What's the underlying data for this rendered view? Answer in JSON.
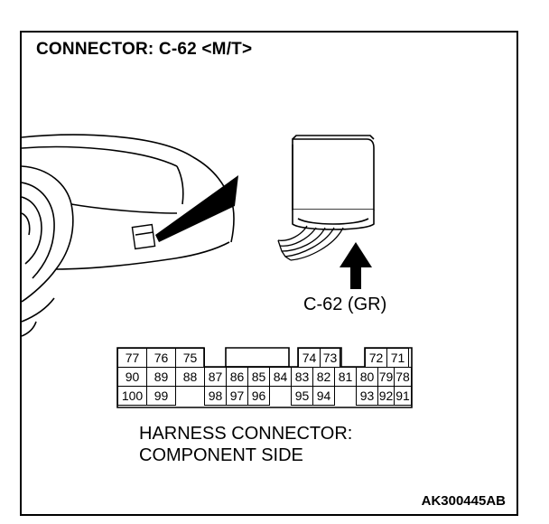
{
  "title": "CONNECTOR: C-62 <M/T>",
  "connector_label": "C-62 (GR)",
  "harness": {
    "line1": "HARNESS CONNECTOR:",
    "line2": "COMPONENT SIDE"
  },
  "figure_id": "AK300445AB",
  "pins": {
    "row1": [
      "77",
      "76",
      "75",
      "74",
      "73",
      "72",
      "71"
    ],
    "row2": [
      "90",
      "89",
      "88",
      "87",
      "86",
      "85",
      "84",
      "83",
      "82",
      "81",
      "80",
      "79",
      "78"
    ],
    "row3": [
      "100",
      "99",
      "98",
      "97",
      "96",
      "95",
      "94",
      "93",
      "92",
      "91"
    ]
  }
}
